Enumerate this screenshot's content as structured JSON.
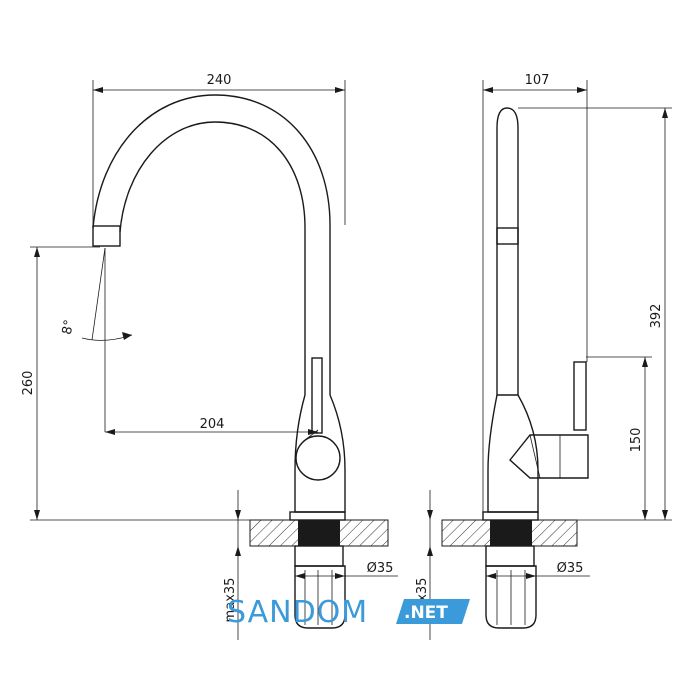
{
  "dimensions": {
    "width_front": "240",
    "spout_reach": "204",
    "height_front": "260",
    "angle": "8°",
    "width_side": "107",
    "height_side": "392",
    "handle_height": "150",
    "hole_diameter_front": "Ø35",
    "hole_diameter_side": "Ø35",
    "thread_front": "max35",
    "thread_side": "max35"
  },
  "watermark": {
    "brand": "SANDOM",
    "suffix": ".NET",
    "brand_color": "#3b9ad9"
  }
}
